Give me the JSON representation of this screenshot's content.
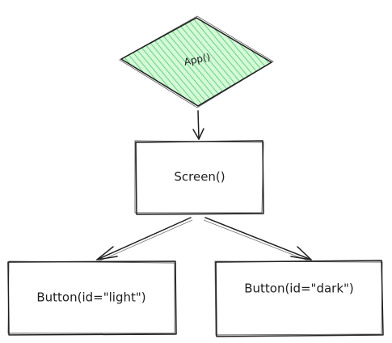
{
  "diagram": {
    "nodes": [
      {
        "id": "app",
        "shape": "diamond",
        "label": "App()",
        "fill": "#b2f2bb",
        "hatch": "#40c057"
      },
      {
        "id": "screen",
        "shape": "rectangle",
        "label": "Screen()"
      },
      {
        "id": "button-light",
        "shape": "rectangle",
        "label": "Button(id=\"light\")"
      },
      {
        "id": "button-dark",
        "shape": "rectangle",
        "label": "Button(id=\"dark\")"
      }
    ],
    "edges": [
      {
        "from": "app",
        "to": "screen"
      },
      {
        "from": "screen",
        "to": "button-light"
      },
      {
        "from": "screen",
        "to": "button-dark"
      }
    ],
    "stroke_color": "#1e1e1e"
  }
}
